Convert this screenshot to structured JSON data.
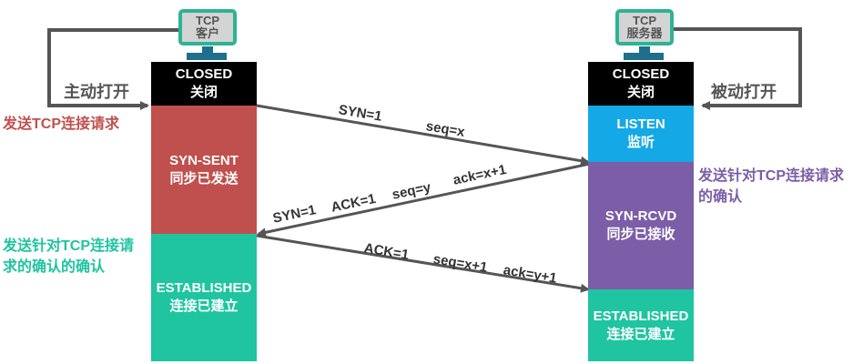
{
  "client": {
    "device_label_line1": "TCP",
    "device_label_line2": "客户",
    "action": "主动打开",
    "states": [
      {
        "name": "CLOSED",
        "cn": "关闭",
        "color": "#000000"
      },
      {
        "name": "SYN-SENT",
        "cn": "同步已发送",
        "color": "#c0504d"
      },
      {
        "name": "ESTABLISHED",
        "cn": "连接已建立",
        "color": "#1fc4a0"
      }
    ],
    "notes": [
      {
        "text": "发送TCP连接请求",
        "color": "#c0504d"
      },
      {
        "text_line1": "发送针对TCP连接请",
        "text_line2": "求的确认的确认",
        "color": "#1fc4a0"
      }
    ]
  },
  "server": {
    "device_label_line1": "TCP",
    "device_label_line2": "服务器",
    "action": "被动打开",
    "states": [
      {
        "name": "CLOSED",
        "cn": "关闭",
        "color": "#000000"
      },
      {
        "name": "LISTEN",
        "cn": "监听",
        "color": "#14a9e6"
      },
      {
        "name": "SYN-RCVD",
        "cn": "同步已接收",
        "color": "#7b5ea7"
      },
      {
        "name": "ESTABLISHED",
        "cn": "连接已建立",
        "color": "#1fc4a0"
      }
    ],
    "notes": [
      {
        "text_line1": "发送针对TCP连接请求",
        "text_line2": "的确认",
        "color": "#7b5ea7"
      }
    ]
  },
  "messages": [
    {
      "direction": "client-to-server",
      "fields": [
        "SYN=1",
        "seq=x"
      ]
    },
    {
      "direction": "server-to-client",
      "fields": [
        "SYN=1",
        "ACK=1",
        "seq=y",
        "ack=x+1"
      ]
    },
    {
      "direction": "client-to-server",
      "fields": [
        "ACK=1",
        "seq=x+1",
        "ack=y+1"
      ]
    }
  ],
  "colors": {
    "line": "#555555",
    "monitor_border": "#2eb394",
    "monitor_stand": "#1e6f8c"
  }
}
